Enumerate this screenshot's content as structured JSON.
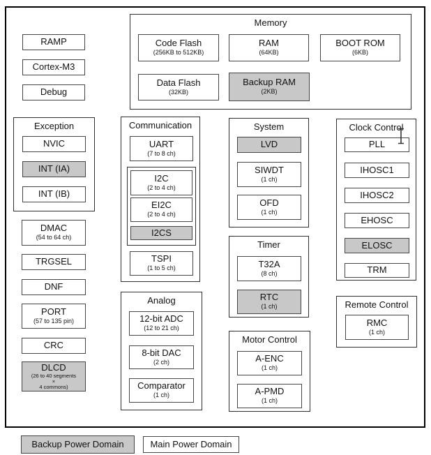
{
  "colors": {
    "backup_domain_fill": "#c8c8c8",
    "main_domain_fill": "#ffffff",
    "border": "#000000"
  },
  "legend": {
    "backup": "Backup Power Domain",
    "main": "Main Power Domain"
  },
  "blocks": {
    "ramp": {
      "label": "RAMP"
    },
    "cortex": {
      "label": "Cortex-M3"
    },
    "debug": {
      "label": "Debug"
    },
    "memory": {
      "title": "Memory",
      "code_flash": {
        "label": "Code Flash",
        "sub": "(256KB to 512KB)"
      },
      "ram": {
        "label": "RAM",
        "sub": "(64KB)"
      },
      "boot_rom": {
        "label": "BOOT ROM",
        "sub": "(6KB)"
      },
      "data_flash": {
        "label": "Data Flash",
        "sub": "(32KB)"
      },
      "backup_ram": {
        "label": "Backup RAM",
        "sub": "(2KB)"
      }
    },
    "exception": {
      "title": "Exception",
      "nvic": {
        "label": "NVIC"
      },
      "int_ia": {
        "label": "INT (IA)"
      },
      "int_ib": {
        "label": "INT (IB)"
      }
    },
    "dmac": {
      "label": "DMAC",
      "sub": "(54 to 64 ch)"
    },
    "trgsel": {
      "label": "TRGSEL"
    },
    "dnf": {
      "label": "DNF"
    },
    "port": {
      "label": "PORT",
      "sub": "(57 to 135 pin)"
    },
    "crc": {
      "label": "CRC"
    },
    "dlcd": {
      "label": "DLCD",
      "sub": "(26 to 40 segments",
      "sub2": "×",
      "sub3": "4 commons)"
    },
    "communication": {
      "title": "Communication",
      "uart": {
        "label": "UART",
        "sub": "(7 to 8 ch)"
      },
      "i2c": {
        "label": "I2C",
        "sub": "(2 to 4 ch)"
      },
      "ei2c": {
        "label": "EI2C",
        "sub": "(2 to 4 ch)"
      },
      "i2cs": {
        "label": "I2CS"
      },
      "tspi": {
        "label": "TSPI",
        "sub": "(1 to 5 ch)"
      }
    },
    "analog": {
      "title": "Analog",
      "adc": {
        "label": "12-bit ADC",
        "sub": "(12 to 21 ch)"
      },
      "dac": {
        "label": "8-bit DAC",
        "sub": "(2 ch)"
      },
      "comparator": {
        "label": "Comparator",
        "sub": "(1 ch)"
      }
    },
    "system": {
      "title": "System",
      "lvd": {
        "label": "LVD"
      },
      "siwdt": {
        "label": "SIWDT",
        "sub": "(1 ch)"
      },
      "ofd": {
        "label": "OFD",
        "sub": "(1 ch)"
      }
    },
    "timer": {
      "title": "Timer",
      "t32a": {
        "label": "T32A",
        "sub": "(8 ch)"
      },
      "rtc": {
        "label": "RTC",
        "sub": "(1 ch)"
      }
    },
    "motor": {
      "title": "Motor Control",
      "a_enc": {
        "label": "A-ENC",
        "sub": "(1 ch)"
      },
      "a_pmd": {
        "label": "A-PMD",
        "sub": "(1 ch)"
      }
    },
    "clock": {
      "title": "Clock Control",
      "pll": {
        "label": "PLL"
      },
      "ihosc1": {
        "label": "IHOSC1"
      },
      "ihosc2": {
        "label": "IHOSC2"
      },
      "ehosc": {
        "label": "EHOSC"
      },
      "elosc": {
        "label": "ELOSC"
      },
      "trm": {
        "label": "TRM"
      }
    },
    "remote": {
      "title": "Remote Control",
      "rmc": {
        "label": "RMC",
        "sub": "(1 ch)"
      }
    }
  }
}
